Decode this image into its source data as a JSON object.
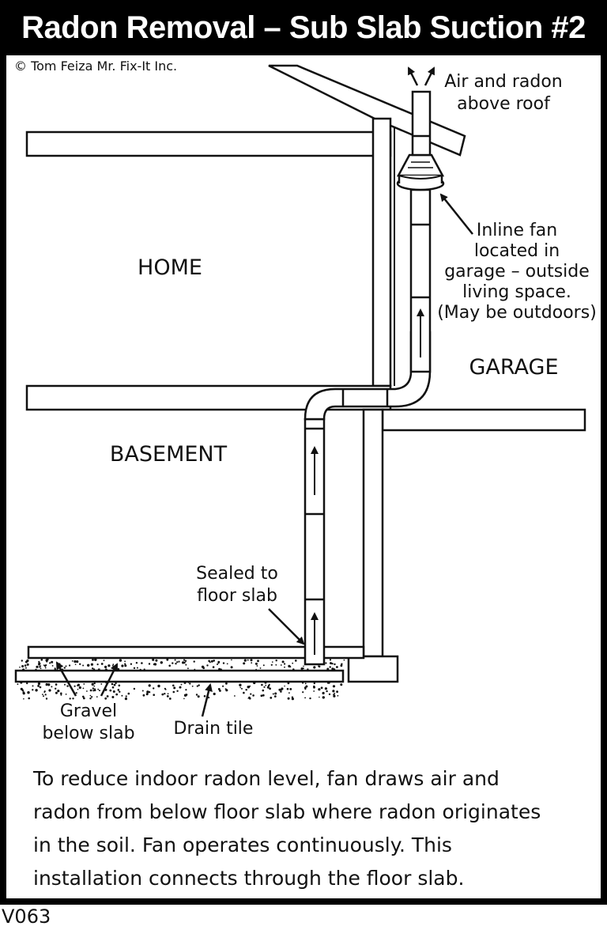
{
  "title": "Radon Removal – Sub Slab Suction #2",
  "copyright": "© Tom Feiza Mr. Fix-It Inc.",
  "labels": {
    "air_line1": "Air and radon",
    "air_line2": "above roof",
    "fan_line1": "Inline fan",
    "fan_line2": "located in",
    "fan_line3": "garage – outside",
    "fan_line4": "living space.",
    "fan_line5": "(May be outdoors)",
    "home": "HOME",
    "garage": "GARAGE",
    "basement": "BASEMENT",
    "sealed_line1": "Sealed to",
    "sealed_line2": "floor slab",
    "gravel_line1": "Gravel",
    "gravel_line2": "below slab",
    "drain": "Drain tile"
  },
  "caption": "To reduce indoor radon level, fan draws air and\nradon from below floor slab where radon originates\nin the soil. Fan operates continuously. This\ninstallation connects through the floor slab.",
  "code": "V063"
}
